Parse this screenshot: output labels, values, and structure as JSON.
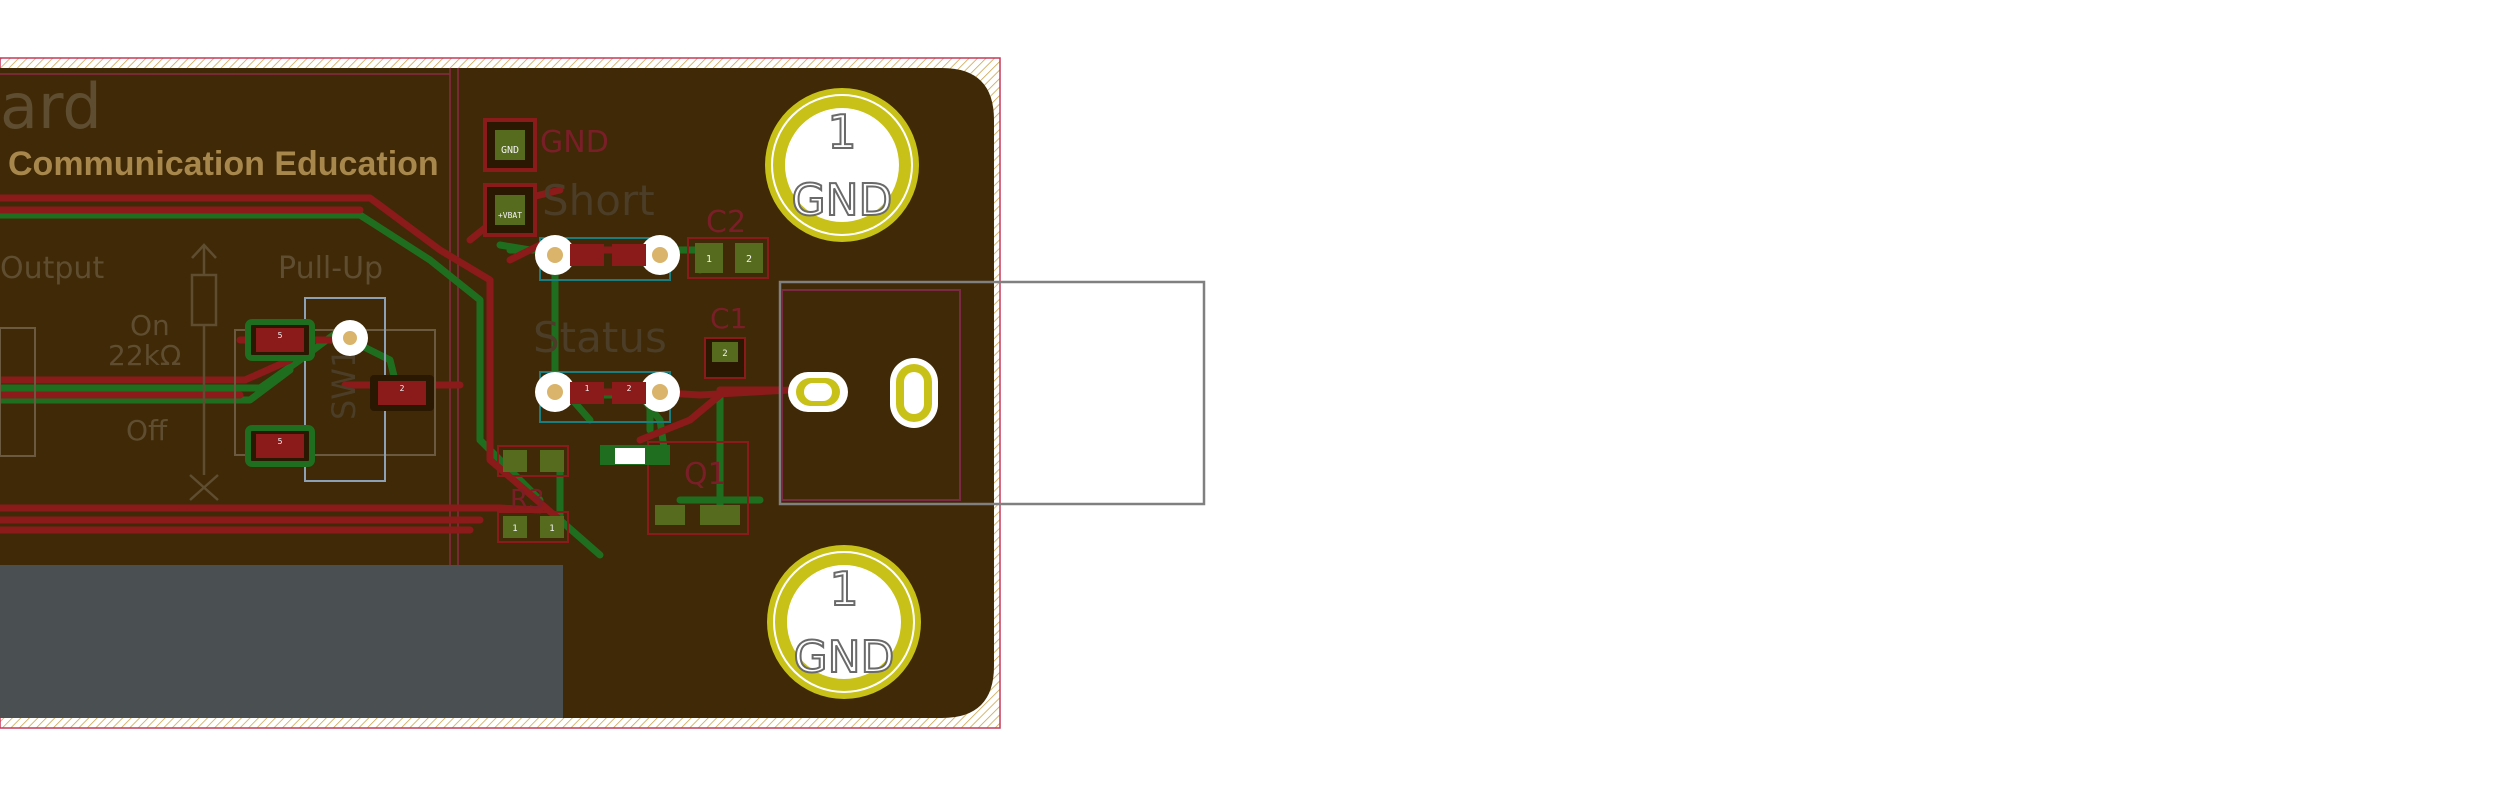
{
  "board": {
    "title_partial": "ard",
    "subtitle": "Communication Education"
  },
  "silkscreen": {
    "output": "Output",
    "pull_up": "Pull-Up",
    "on": "On",
    "resistor": "22kΩ",
    "off": "Off",
    "short": "Short",
    "status": "Status",
    "switch_ref": "SW1"
  },
  "refs": {
    "gnd": "GND",
    "c2": "C2",
    "c1": "C1",
    "r3": "R3",
    "q1": "Q1"
  },
  "mounting_holes": [
    {
      "number": "1",
      "net": "GND"
    },
    {
      "number": "1",
      "net": "GND"
    }
  ],
  "pads": {
    "gnd_small": "GND",
    "vbat": "+VBAT",
    "sw_pad5a": "5",
    "sw_pad5b": "5",
    "sw_pad2": "2",
    "led_num1": "1",
    "led_num2": "2",
    "c1_pad": "2",
    "c2_pad1": "1",
    "c2_pad2": "2",
    "r3_pad1": "1",
    "r3_pad2": "1"
  },
  "colors": {
    "substrate": "#3f2906",
    "copper_front": "#8b1a1a",
    "copper_back": "#1f6e1f",
    "mounting_hole": "#c8c218",
    "edge_cuts": "#d8c26a",
    "usb_outline": "#808080",
    "fill_zone": "#4a4f51"
  }
}
